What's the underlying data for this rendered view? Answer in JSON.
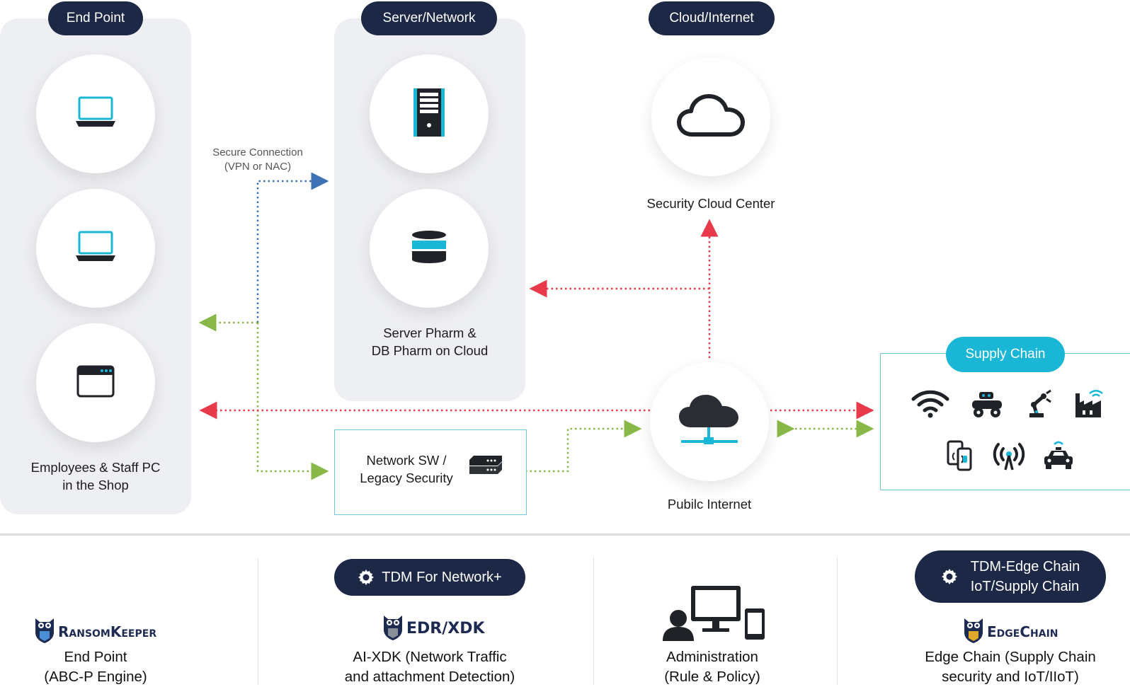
{
  "pills": {
    "end_point": "End Point",
    "server_network": "Server/Network",
    "cloud_internet": "Cloud/Internet",
    "supply_chain": "Supply Chain",
    "tdm_network": "TDM For Network+",
    "tdm_edge_line1": "TDM-Edge Chain",
    "tdm_edge_line2": "IoT/Supply Chain"
  },
  "labels": {
    "secure_connection_line1": "Secure Connection",
    "secure_connection_line2": "(VPN or NAC)",
    "employees_line1": "Employees & Staff PC",
    "employees_line2": "in the Shop",
    "server_pharm_line1": "Server Pharm &",
    "server_pharm_line2": "DB Pharm on Cloud",
    "security_cloud": "Security Cloud Center",
    "public_internet": "Pubilc Internet",
    "network_sw_line1": "Network SW /",
    "network_sw_line2": "Legacy Security"
  },
  "bottom": {
    "ransomkeeper_logo": "RansomKeeper",
    "end_point_line1": "End Point",
    "end_point_line2": "(ABC-P Engine)",
    "edr_logo": "EDR/XDK",
    "xdk_line1": "AI-XDK (Network Traffic",
    "xdk_line2": "and attachment Detection)",
    "admin_line1": "Administration",
    "admin_line2": "(Rule & Policy)",
    "edgechain_logo": "EdgeChain",
    "edge_line1": "Edge Chain (Supply Chain",
    "edge_line2": "security and IoT/IIoT)"
  },
  "icons": {
    "laptop1": "laptop-icon",
    "laptop2": "laptop-icon",
    "browser": "browser-window-icon",
    "server": "server-tower-icon",
    "database": "database-icon",
    "cloud": "cloud-outline-icon",
    "internet": "cloud-network-icon",
    "switch": "network-switch-icon",
    "wifi": "wifi-icon",
    "robot": "robot-vehicle-icon",
    "robot_arm": "robot-arm-icon",
    "factory": "factory-icon",
    "mobile": "mobile-devices-icon",
    "antenna": "antenna-icon",
    "car": "car-icon",
    "gear": "gear-icon",
    "admin": "admin-devices-icon",
    "owl": "owl-shield-icon"
  },
  "colors": {
    "navy": "#1d2846",
    "cyan": "#19b6d6",
    "red_arrow": "#e83a4a",
    "green_arrow": "#8ab848",
    "blue_arrow": "#3d72b8",
    "panel": "#eeeff3"
  }
}
